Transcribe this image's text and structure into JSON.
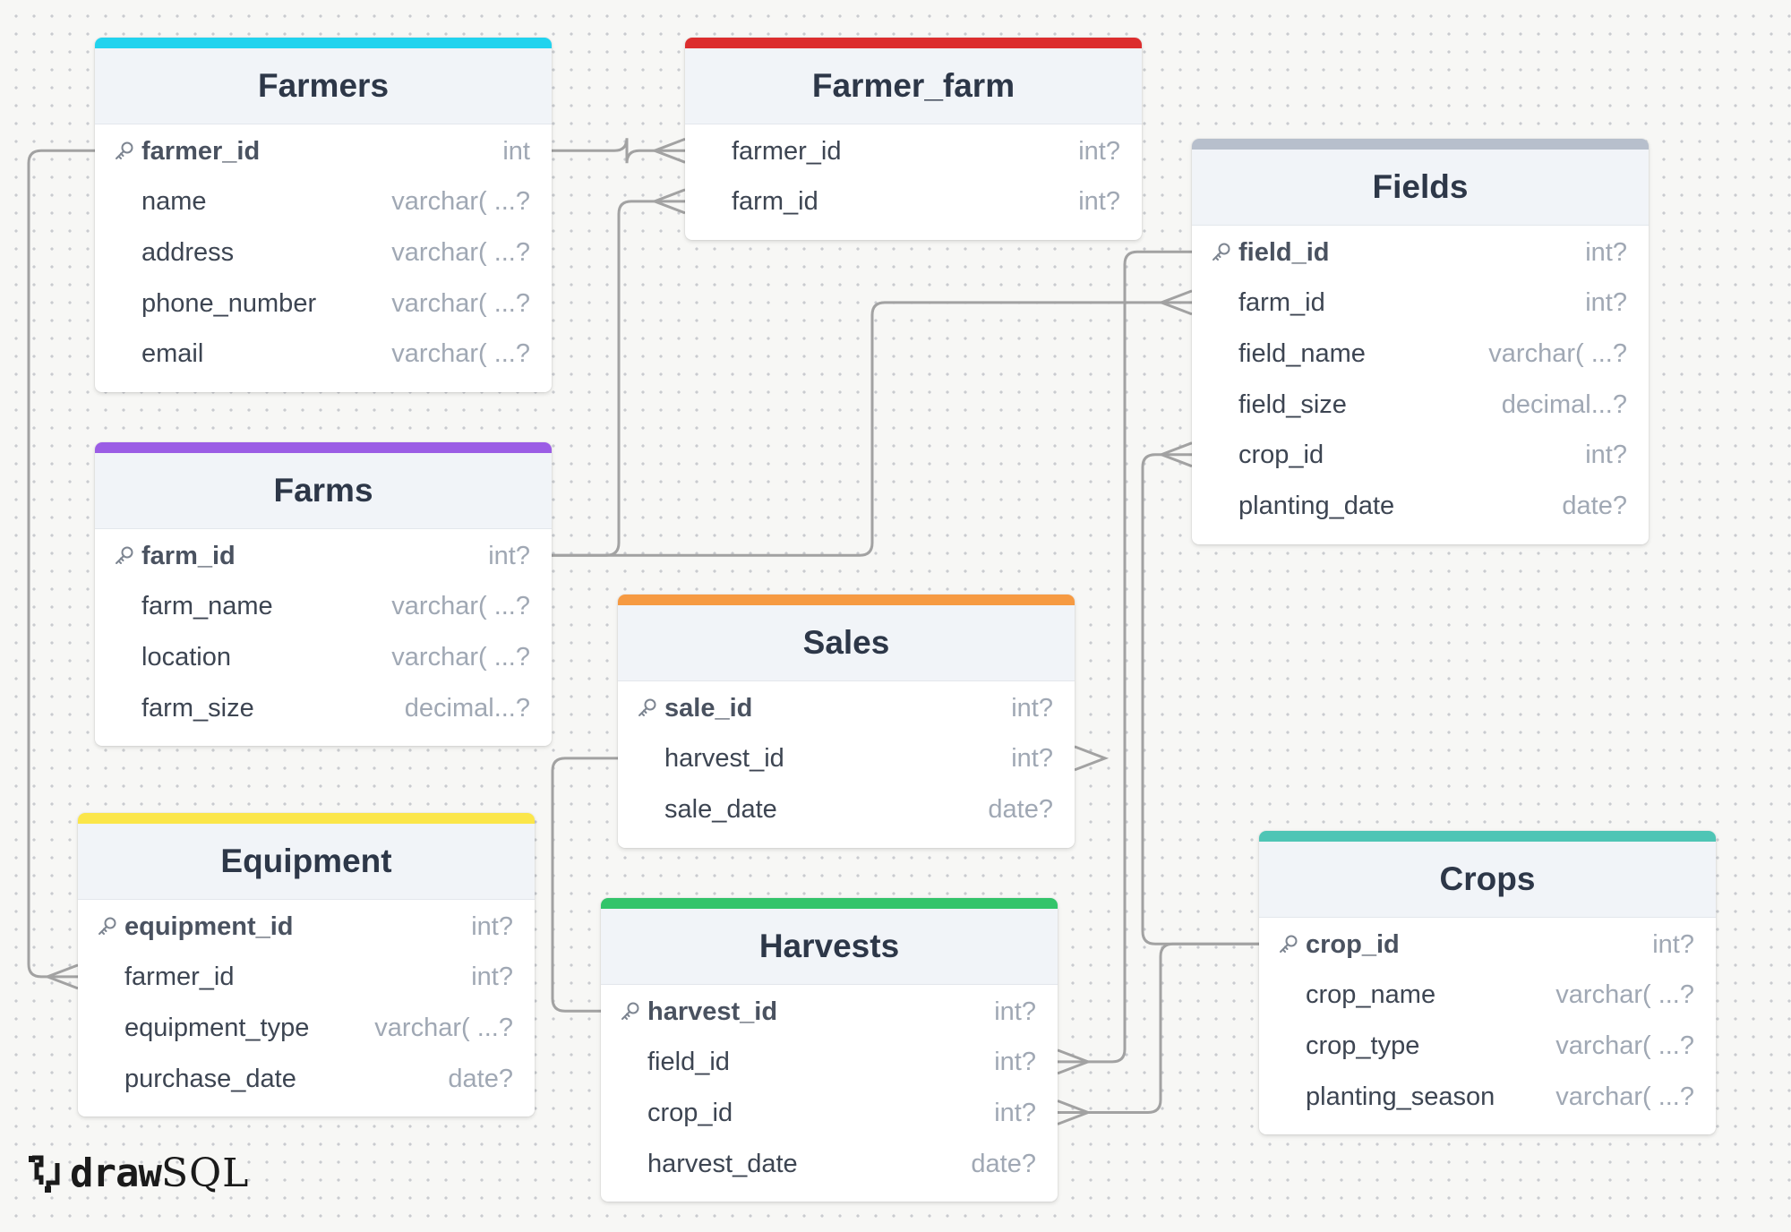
{
  "app": {
    "name_a": "draw",
    "name_b": "SQL"
  },
  "tables": [
    {
      "id": "farmers",
      "name": "Farmers",
      "accent": "#22d3ee",
      "columns": [
        {
          "name": "farmer_id",
          "type": "int",
          "pk": true
        },
        {
          "name": "name",
          "type": "varchar( ...?"
        },
        {
          "name": "address",
          "type": "varchar( ...?"
        },
        {
          "name": "phone_number",
          "type": "varchar( ...?"
        },
        {
          "name": "email",
          "type": "varchar( ...?"
        }
      ]
    },
    {
      "id": "farmer_farm",
      "name": "Farmer_farm",
      "accent": "#dc2e2e",
      "columns": [
        {
          "name": "farmer_id",
          "type": "int?"
        },
        {
          "name": "farm_id",
          "type": "int?"
        }
      ]
    },
    {
      "id": "fields",
      "name": "Fields",
      "accent": "#b7bfcc",
      "columns": [
        {
          "name": "field_id",
          "type": "int?",
          "pk": true
        },
        {
          "name": "farm_id",
          "type": "int?"
        },
        {
          "name": "field_name",
          "type": "varchar( ...?"
        },
        {
          "name": "field_size",
          "type": "decimal...?"
        },
        {
          "name": "crop_id",
          "type": "int?"
        },
        {
          "name": "planting_date",
          "type": "date?"
        }
      ]
    },
    {
      "id": "farms",
      "name": "Farms",
      "accent": "#9b5de5",
      "columns": [
        {
          "name": "farm_id",
          "type": "int?",
          "pk": true
        },
        {
          "name": "farm_name",
          "type": "varchar( ...?"
        },
        {
          "name": "location",
          "type": "varchar( ...?"
        },
        {
          "name": "farm_size",
          "type": "decimal...?"
        }
      ]
    },
    {
      "id": "sales",
      "name": "Sales",
      "accent": "#f69a42",
      "columns": [
        {
          "name": "sale_id",
          "type": "int?",
          "pk": true
        },
        {
          "name": "harvest_id",
          "type": "int?"
        },
        {
          "name": "sale_date",
          "type": "date?"
        }
      ]
    },
    {
      "id": "equipment",
      "name": "Equipment",
      "accent": "#fbe64a",
      "columns": [
        {
          "name": "equipment_id",
          "type": "int?",
          "pk": true
        },
        {
          "name": "farmer_id",
          "type": "int?"
        },
        {
          "name": "equipment_type",
          "type": "varchar( ...?"
        },
        {
          "name": "purchase_date",
          "type": "date?"
        }
      ]
    },
    {
      "id": "harvests",
      "name": "Harvests",
      "accent": "#33c46a",
      "columns": [
        {
          "name": "harvest_id",
          "type": "int?",
          "pk": true
        },
        {
          "name": "field_id",
          "type": "int?"
        },
        {
          "name": "crop_id",
          "type": "int?"
        },
        {
          "name": "harvest_date",
          "type": "date?"
        }
      ]
    },
    {
      "id": "crops",
      "name": "Crops",
      "accent": "#4ec5b5",
      "columns": [
        {
          "name": "crop_id",
          "type": "int?",
          "pk": true
        },
        {
          "name": "crop_name",
          "type": "varchar( ...?"
        },
        {
          "name": "crop_type",
          "type": "varchar( ...?"
        },
        {
          "name": "planting_season",
          "type": "varchar( ...?"
        }
      ]
    }
  ],
  "relations": [
    {
      "from": "farmers.farmer_id",
      "to": "farmer_farm.farmer_id"
    },
    {
      "from": "farms.farm_id",
      "to": "farmer_farm.farm_id"
    },
    {
      "from": "farms.farm_id",
      "to": "fields.farm_id"
    },
    {
      "from": "farmers.farmer_id",
      "to": "equipment.farmer_id"
    },
    {
      "from": "harvests.harvest_id",
      "to": "sales.harvest_id"
    },
    {
      "from": "fields.field_id",
      "to": "harvests.field_id"
    },
    {
      "from": "crops.crop_id",
      "to": "harvests.crop_id"
    },
    {
      "from": "crops.crop_id",
      "to": "fields.crop_id"
    }
  ]
}
